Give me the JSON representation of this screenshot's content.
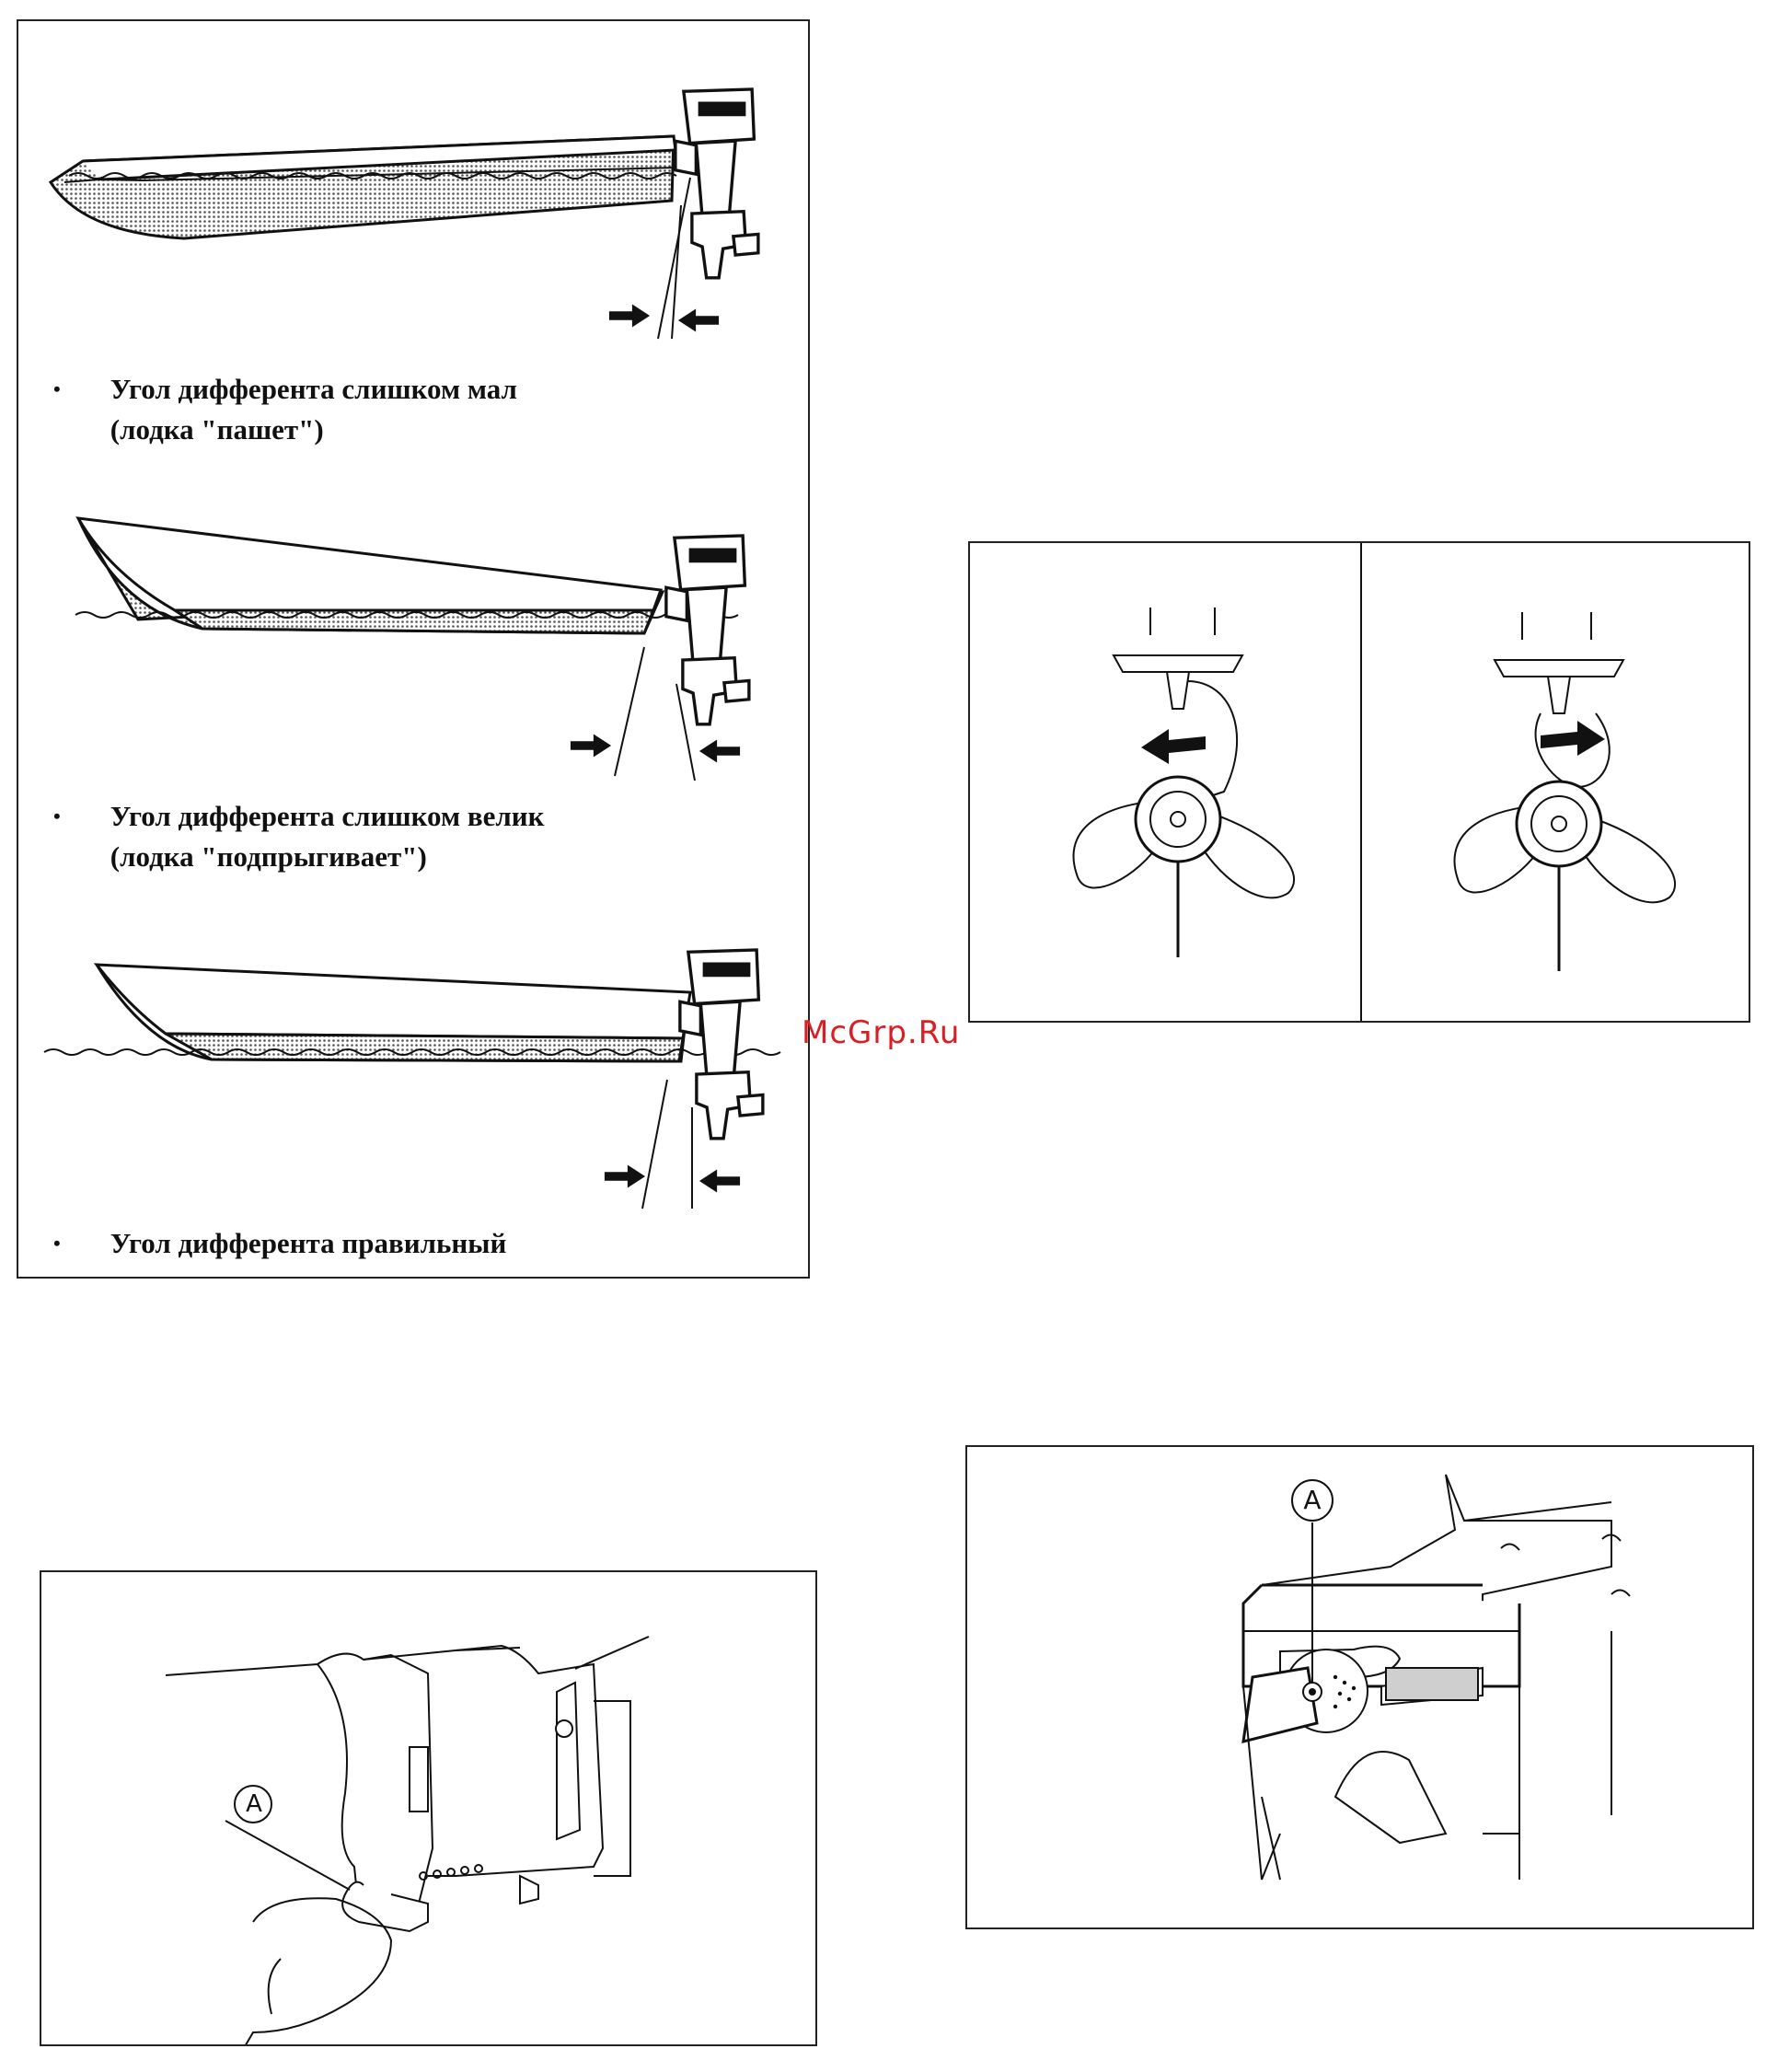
{
  "watermark": "McGrp.Ru",
  "colors": {
    "line": "#111111",
    "hull_fill": "#bdbdbd",
    "watermark": "#d81f26"
  },
  "trim_figures": [
    {
      "caption_lines": [
        "Угол дифферента слишком мал",
        "(лодка \"пашет\")"
      ],
      "bullet": "•"
    },
    {
      "caption_lines": [
        "Угол дифферента слишком велик",
        "(лодка \"подпрыгивает\")"
      ],
      "bullet": "•"
    },
    {
      "caption_lines": [
        "Угол дифферента правильный"
      ],
      "bullet": "•"
    }
  ],
  "propeller_figure": {
    "left_arrow_direction": "left",
    "right_arrow_direction": "right"
  },
  "callouts": {
    "bottom_left": "A",
    "bottom_right": "A"
  }
}
